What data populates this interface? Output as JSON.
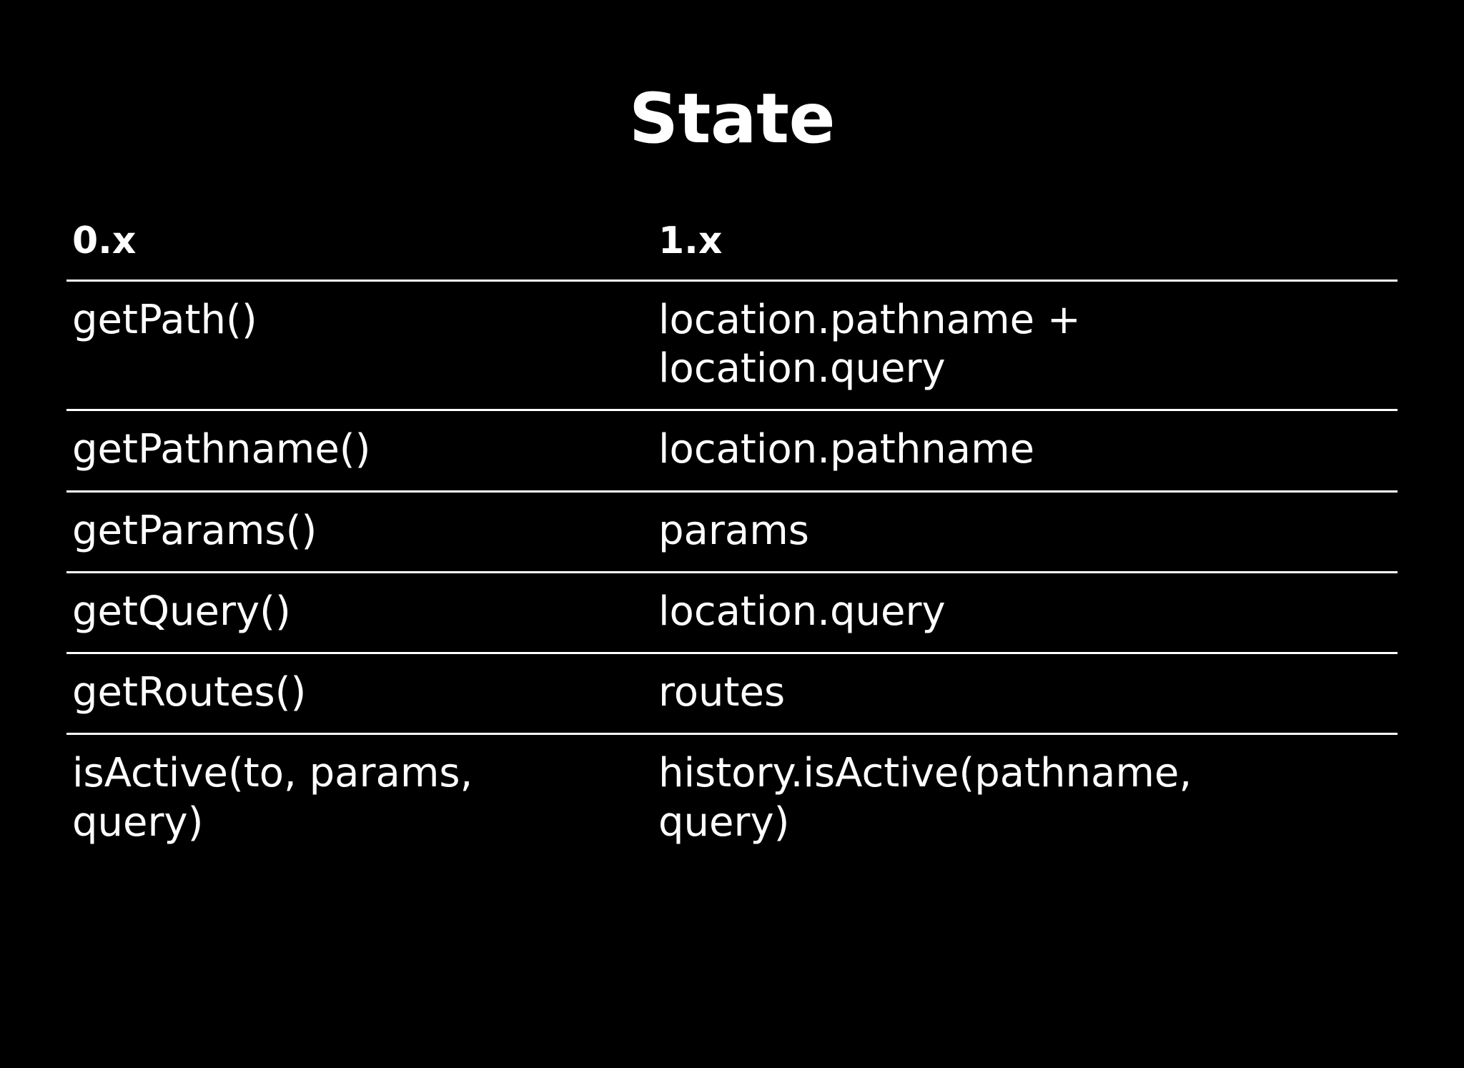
{
  "slide": {
    "title": "State",
    "background_color": "#000000",
    "text_color": "#ffffff"
  },
  "table": {
    "headers": [
      "0.x",
      "1.x"
    ],
    "rows": [
      {
        "old": "getPath()",
        "new": "location.pathname +\nlocation.query"
      },
      {
        "old": "getPathname()",
        "new": "location.pathname"
      },
      {
        "old": "getParams()",
        "new": "params"
      },
      {
        "old": "getQuery()",
        "new": "location.query"
      },
      {
        "old": "getRoutes()",
        "new": "routes"
      },
      {
        "old": "isActive(to, params,\nquery)",
        "new": "history.isActive(pathname,\nquery)"
      }
    ]
  }
}
